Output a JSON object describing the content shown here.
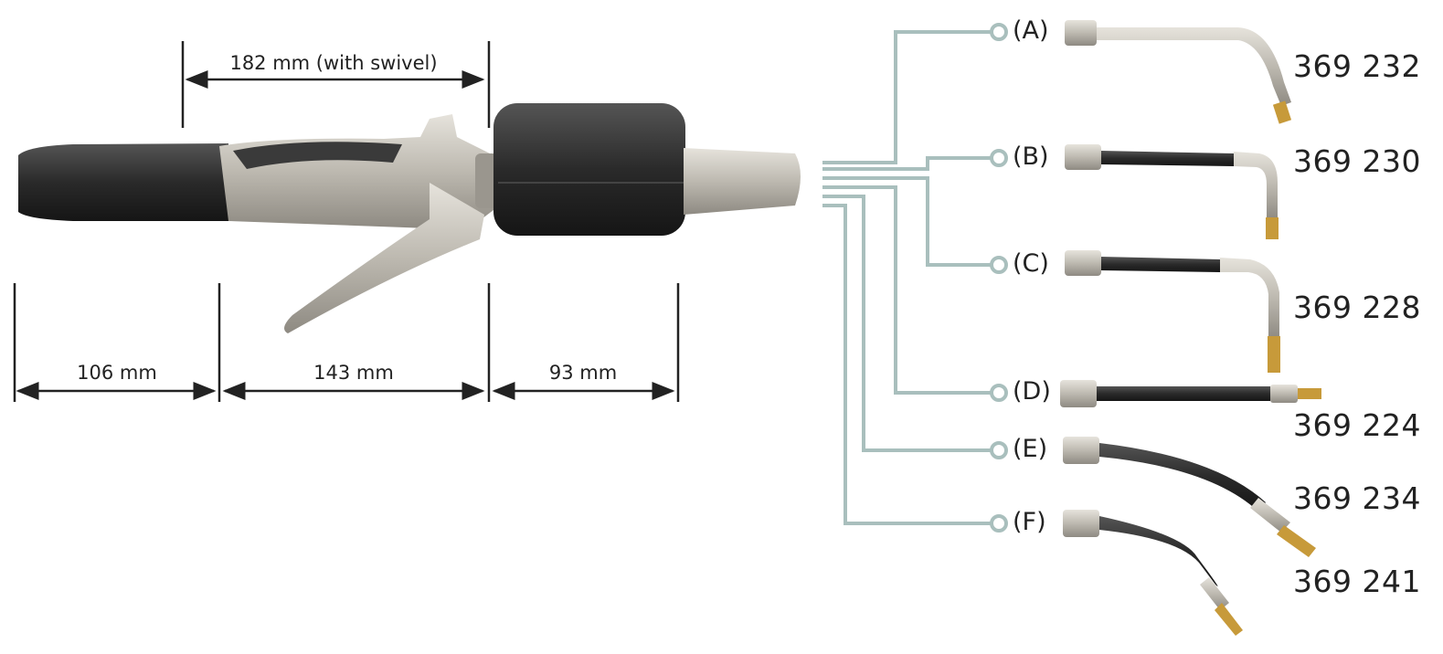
{
  "title_dims": {
    "swivel": "182 mm (with swivel)",
    "handle_rear": "106 mm",
    "handle_mid": "143 mm",
    "meter": "93 mm"
  },
  "options": [
    {
      "label": "(A)",
      "part_number": "369 232",
      "type": "rigid bent extension"
    },
    {
      "label": "(B)",
      "part_number": "369 230",
      "type": "flexible hose with 90° end"
    },
    {
      "label": "(C)",
      "part_number": "369 228",
      "type": "flexible hose with long bent end"
    },
    {
      "label": "(D)",
      "part_number": "369 224",
      "type": "straight flexible hose"
    },
    {
      "label": "(E)",
      "part_number": "369 234",
      "type": "curved flexible hose"
    },
    {
      "label": "(F)",
      "part_number": "369 241",
      "type": "curved flexible hose with nozzle"
    }
  ],
  "colors": {
    "connector": "#a9bfbd",
    "body": "#b9b5ab",
    "rubber": "#2e2e2e",
    "brass": "#c79a3a"
  }
}
